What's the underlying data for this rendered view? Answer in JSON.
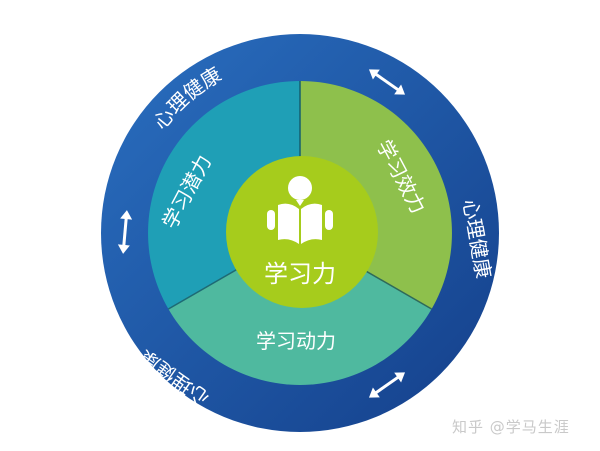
{
  "diagram": {
    "center": {
      "label": "学习力",
      "icon": "reading-person-icon",
      "color": "#a6cc1c"
    },
    "segments": [
      {
        "label": "学习潜力",
        "color": "#1f9fb6",
        "position": "upper-left"
      },
      {
        "label": "学习效力",
        "color": "#8ec04c",
        "position": "upper-right"
      },
      {
        "label": "学习动力",
        "color": "#4fb99f",
        "position": "bottom"
      }
    ],
    "outer_ring": {
      "color": "#1d5eac",
      "labels": [
        {
          "text": "心理健康",
          "position": "upper-left"
        },
        {
          "text": "心理健康",
          "position": "right"
        },
        {
          "text": "心理健康",
          "position": "lower-left"
        }
      ],
      "arrows": [
        {
          "icon": "double-arrow-icon",
          "position": "upper-right"
        },
        {
          "icon": "double-arrow-icon",
          "position": "left"
        },
        {
          "icon": "double-arrow-icon",
          "position": "lower-right"
        }
      ]
    }
  },
  "watermark": "知乎 @学马生涯"
}
